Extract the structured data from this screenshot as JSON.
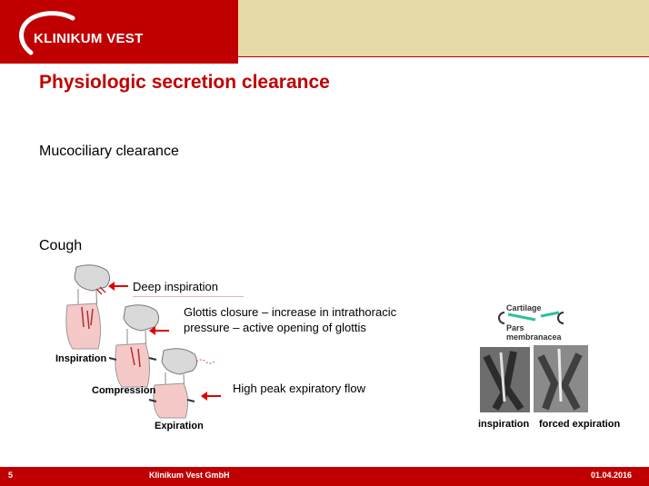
{
  "header": {
    "logo_text": "KLINIKUM VEST",
    "colors": {
      "brand_red": "#c00000",
      "band_beige": "#e6daa6"
    }
  },
  "slide": {
    "title": "Physiologic secretion clearance",
    "bullets": [
      "Mucociliary clearance",
      "Cough"
    ]
  },
  "cough_figure": {
    "phase_labels": [
      "Inspiration",
      "Compression",
      "Expiration"
    ],
    "descriptions": {
      "deep_inspiration": "Deep inspiration",
      "glottis_line1": "Glottis closure – increase in intrathoracic",
      "glottis_line2": "pressure – active opening of glottis",
      "peak_flow": "High peak expiratory flow"
    },
    "icons": [
      "red-arrow-left-icon",
      "red-arrow-left-icon",
      "red-arrow-left-icon"
    ]
  },
  "trachea_figure": {
    "labels": {
      "cartilage": "Cartilage",
      "pars_line1": "Pars",
      "pars_line2": "membranacea"
    },
    "captions": {
      "inspiration": "inspiration",
      "forced_expiration": "forced expiration"
    }
  },
  "footer": {
    "slide_number": "5",
    "organization": "Klinikum Vest GmbH",
    "date": "01.04.2016"
  }
}
